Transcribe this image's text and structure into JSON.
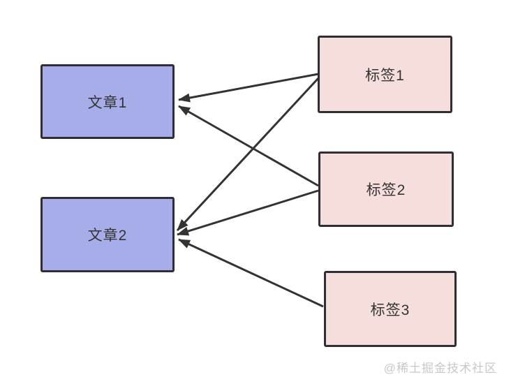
{
  "diagram": {
    "type": "relationship-graph",
    "nodes": {
      "article1": {
        "label": "文章1",
        "kind": "article",
        "fill": "#a6ade9"
      },
      "article2": {
        "label": "文章2",
        "kind": "article",
        "fill": "#a6ade9"
      },
      "tag1": {
        "label": "标签1",
        "kind": "tag",
        "fill": "#f6dedd"
      },
      "tag2": {
        "label": "标签2",
        "kind": "tag",
        "fill": "#f6dedd"
      },
      "tag3": {
        "label": "标签3",
        "kind": "tag",
        "fill": "#f6dedd"
      }
    },
    "edges": [
      {
        "from": "标签1",
        "to": "文章1"
      },
      {
        "from": "标签1",
        "to": "文章2"
      },
      {
        "from": "标签2",
        "to": "文章1"
      },
      {
        "from": "标签2",
        "to": "文章2"
      },
      {
        "from": "标签3",
        "to": "文章2"
      }
    ],
    "colors": {
      "article_fill": "#a6ade9",
      "tag_fill": "#f6dedd",
      "node_border": "#2f2f33",
      "arrow": "#333333",
      "text": "#333333",
      "background": "#ffffff",
      "watermark_text": "#c8c8c8"
    }
  },
  "watermark": {
    "text": "@稀土掘金技术社区"
  }
}
